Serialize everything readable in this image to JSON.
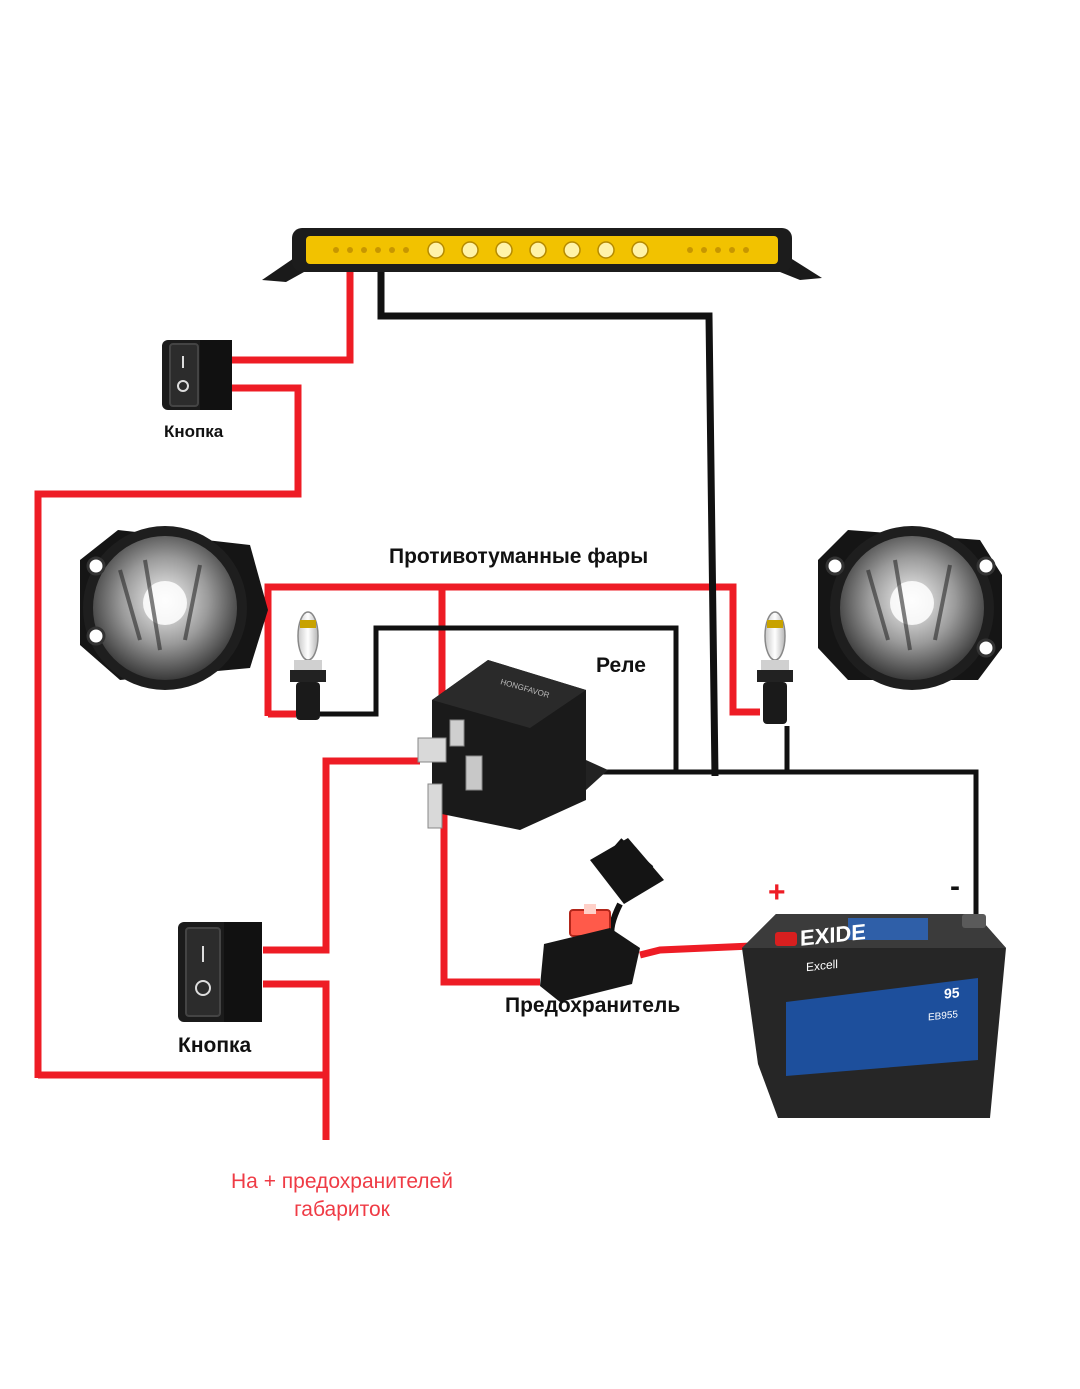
{
  "labels": {
    "button_top": "Кнопка",
    "fog_lights": "Противотуманные фары",
    "relay": "Реле",
    "battery_plus": "+",
    "battery_minus": "-",
    "fuse": "Предохранитель",
    "button_bottom": "Кнопка",
    "note_line1": "На + предохранителей",
    "note_line2": "габариток"
  },
  "device_text": {
    "battery_brand": "EXIDE",
    "battery_series": "Excell",
    "battery_capacity": "95",
    "battery_model": "EB955",
    "relay_brand": "HONGFAVOR"
  },
  "colors": {
    "positive_wire": "#ee1c25",
    "negative_wire": "#111111",
    "led_bar": "#f2c200",
    "note_text": "#ef3b45",
    "battery_label": "#1d4f9c"
  }
}
